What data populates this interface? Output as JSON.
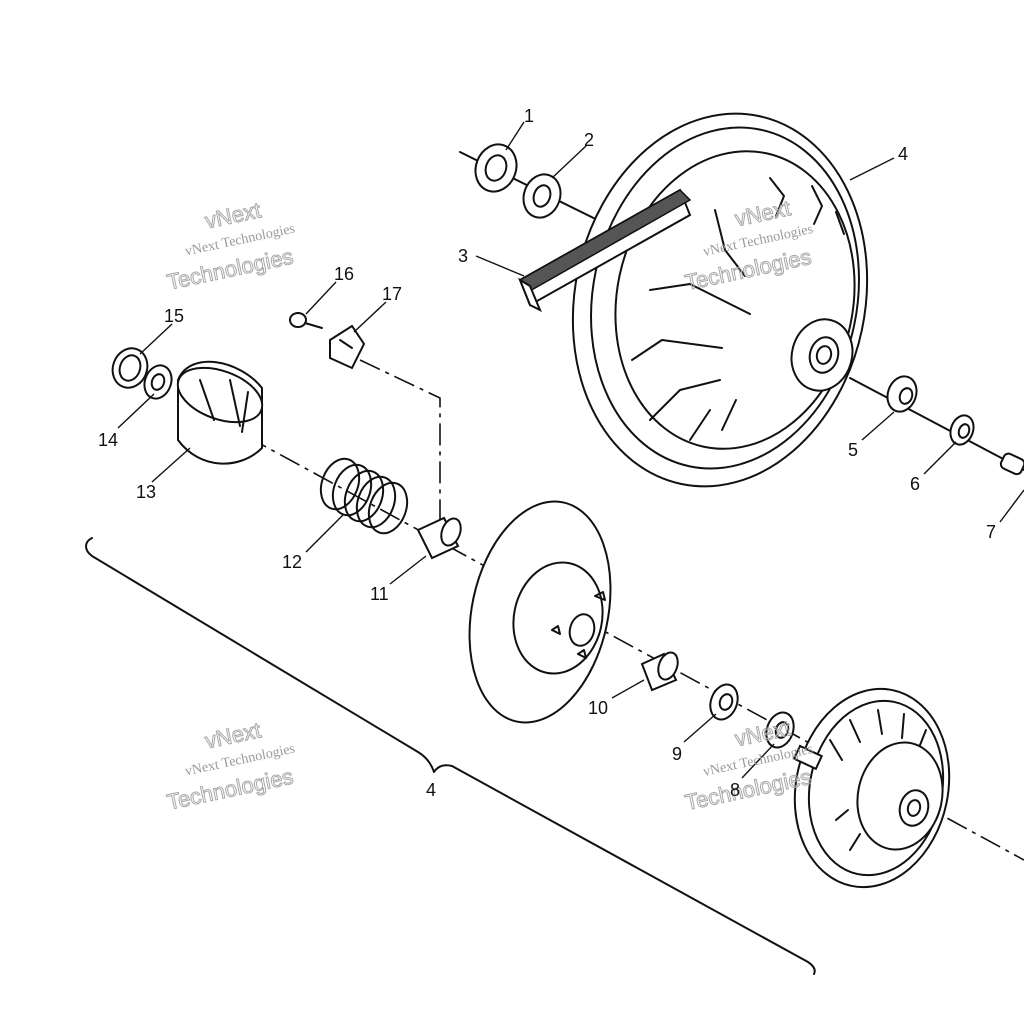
{
  "callouts": [
    "1",
    "2",
    "3",
    "4",
    "5",
    "6",
    "7",
    "8",
    "9",
    "10",
    "11",
    "12",
    "13",
    "14",
    "15",
    "16",
    "17"
  ],
  "assembly_label": "4",
  "watermark": {
    "line1": "vNext",
    "line2": "vNext Technologies",
    "line3": "Technologies"
  },
  "colors": {
    "ink": "#111111",
    "paper": "#ffffff",
    "watermark": "#a0a0a0"
  }
}
